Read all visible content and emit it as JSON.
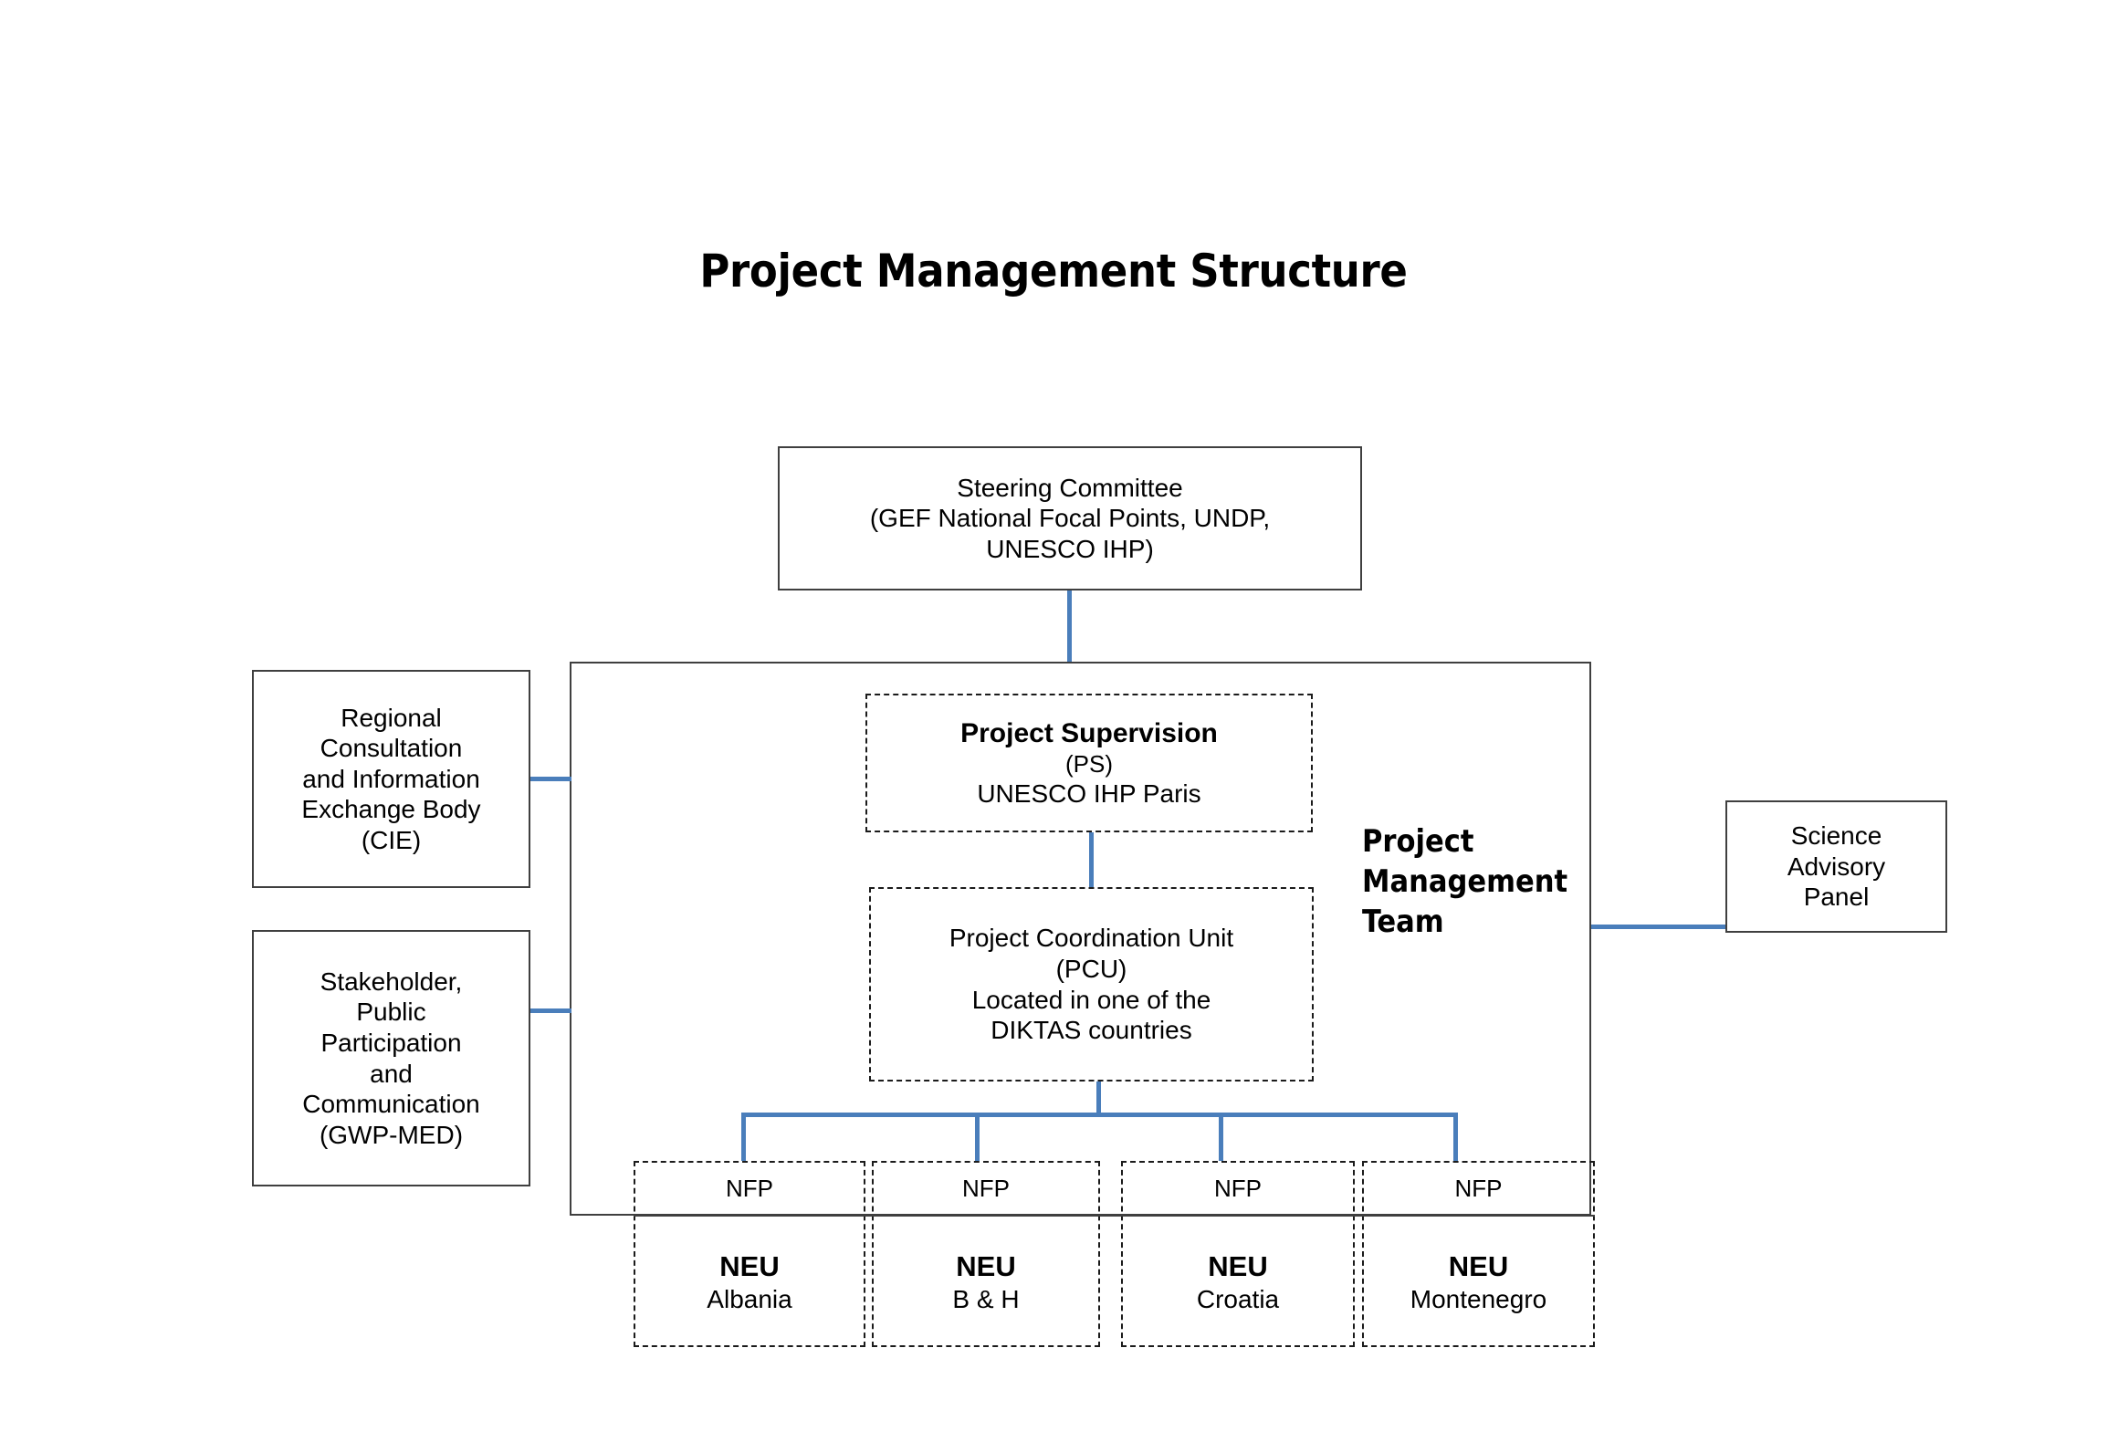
{
  "title": "Project Management Structure",
  "colors": {
    "connector": "#4a7ebb",
    "box_border": "#3f3f3f",
    "dashed_border": "#1b1b1b",
    "background": "#ffffff",
    "text": "#000000"
  },
  "steering_committee": {
    "name": "steering-committee",
    "line1": "Steering Committee",
    "line2": "(GEF National Focal Points, UNDP,",
    "line3": "UNESCO IHP)"
  },
  "cie": {
    "name": "regional-consultation-information-exchange-body",
    "line1": "Regional",
    "line2": "Consultation",
    "line3": "and Information",
    "line4": "Exchange Body",
    "line5": "(CIE)"
  },
  "gwp_med": {
    "name": "stakeholder-public-participation-communication",
    "line1": "Stakeholder,",
    "line2": "Public",
    "line3": "Participation",
    "line4": "and",
    "line5": "Communication",
    "line6": "(GWP-MED)"
  },
  "project_supervision": {
    "name": "project-supervision",
    "line1": "Project Supervision",
    "line2": "(PS)",
    "line3": "UNESCO IHP Paris"
  },
  "pcu": {
    "name": "project-coordination-unit",
    "line1": "Project Coordination Unit",
    "line2": "(PCU)",
    "line3": "Located in one of the",
    "line4": "DIKTAS countries"
  },
  "project_management_team": {
    "name": "project-management-team",
    "label": "Project\nManagement\nTeam"
  },
  "science_advisory_panel": {
    "name": "science-advisory-panel",
    "line1": "Science",
    "line2": "Advisory",
    "line3": "Panel"
  },
  "country_units": [
    {
      "nfp": "NFP",
      "neu": "NEU",
      "country": "Albania"
    },
    {
      "nfp": "NFP",
      "neu": "NEU",
      "country": "B & H"
    },
    {
      "nfp": "NFP",
      "neu": "NEU",
      "country": "Croatia"
    },
    {
      "nfp": "NFP",
      "neu": "NEU",
      "country": "Montenegro"
    }
  ]
}
